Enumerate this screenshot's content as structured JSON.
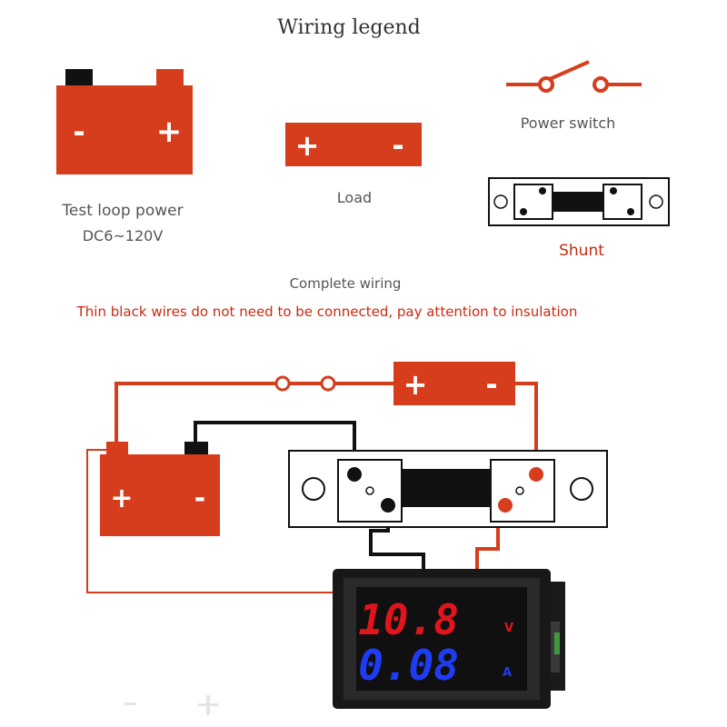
{
  "legend": {
    "title": "Wiring legend",
    "battery": {
      "label": "Test loop power",
      "range": "DC6~120V",
      "minus": "-",
      "plus": "+"
    },
    "load": {
      "label": "Load",
      "plus": "+",
      "minus": "-"
    },
    "switch": {
      "label": "Power switch"
    },
    "shunt": {
      "label": "Shunt"
    }
  },
  "wiring": {
    "title": "Complete wiring",
    "note": "Thin black wires do not need to be connected, pay attention to insulation",
    "battery": {
      "plus": "+",
      "minus": "-"
    },
    "load": {
      "plus": "+",
      "minus": "-"
    }
  },
  "meter": {
    "voltage": "10.8",
    "voltage_unit": "V",
    "current": "0.08",
    "current_unit": "A"
  },
  "colors": {
    "red": "#d63d1c",
    "black": "#111111",
    "volt_display": "#e0141c",
    "amp_display": "#1f3cf5"
  }
}
